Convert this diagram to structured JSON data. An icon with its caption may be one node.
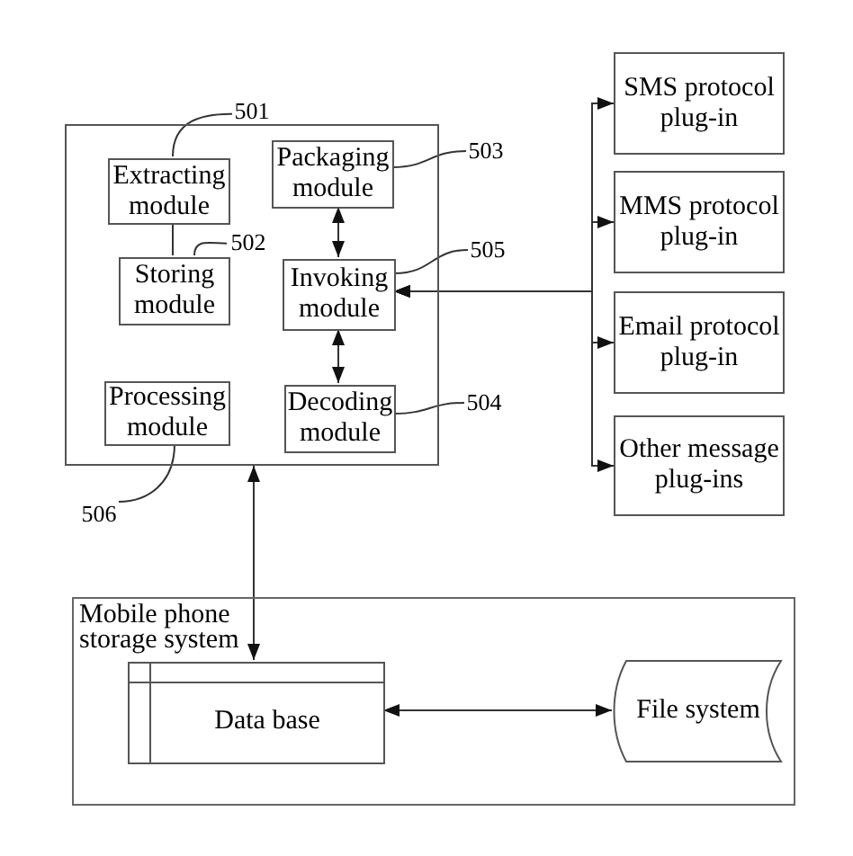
{
  "diagram": {
    "nodes": [
      {
        "text": [],
        "shape": "box"
      },
      {
        "text": [
          "Extracting module"
        ],
        "in": 0
      },
      {
        "text": [
          "Storing module"
        ],
        "in": 0
      },
      {
        "text": [
          "Processing module"
        ],
        "in": 0
      },
      {
        "text": [
          "Packaging module"
        ],
        "in": 0
      },
      {
        "text": [
          "Invoking module"
        ],
        "in": 0
      },
      {
        "text": [
          "Decoding module"
        ],
        "in": 0
      },
      {
        "text": [
          "501"
        ]
      },
      {
        "text": [
          "502"
        ],
        "in": 0
      },
      {
        "text": [
          "503"
        ]
      },
      {
        "text": [
          "505"
        ]
      },
      {
        "text": [
          "504"
        ]
      },
      {
        "text": [
          "506"
        ]
      },
      {
        "text": [
          "SMS protocol plug-in"
        ]
      },
      {
        "text": [
          "MMS protocol plug-in"
        ]
      },
      {
        "text": [
          "Email protocol plug-in"
        ]
      },
      {
        "text": [
          "Other message plug-ins"
        ]
      },
      {
        "text": [
          "Mobile phone storage system"
        ]
      },
      {
        "text": [
          "Data base"
        ],
        "in": 17
      },
      {
        "text": [
          "File system"
        ],
        "in": 17
      }
    ],
    "edges": [
      {
        "from": 1,
        "to": 2,
        "arrow": "none"
      },
      {
        "from": 4,
        "to": 5,
        "arrow": "both"
      },
      {
        "from": 5,
        "to": 6,
        "arrow": "both"
      },
      {
        "from": 5,
        "to": 13,
        "arrow": "both"
      },
      {
        "from": 5,
        "to": 14,
        "arrow": "both"
      },
      {
        "from": 5,
        "to": 15,
        "arrow": "both"
      },
      {
        "from": 5,
        "to": 16,
        "arrow": "both"
      },
      {
        "from": 0,
        "to": 18,
        "arrow": "both"
      },
      {
        "from": 18,
        "to": 19,
        "arrow": "both"
      },
      {
        "from": 7,
        "to": 1,
        "arrow": "none"
      },
      {
        "from": 8,
        "to": 2,
        "arrow": "none"
      },
      {
        "from": 9,
        "to": 4,
        "arrow": "none"
      },
      {
        "from": 10,
        "to": 5,
        "arrow": "none"
      },
      {
        "from": 11,
        "to": 6,
        "arrow": "none"
      },
      {
        "from": 12,
        "to": 3,
        "arrow": "none"
      }
    ]
  }
}
